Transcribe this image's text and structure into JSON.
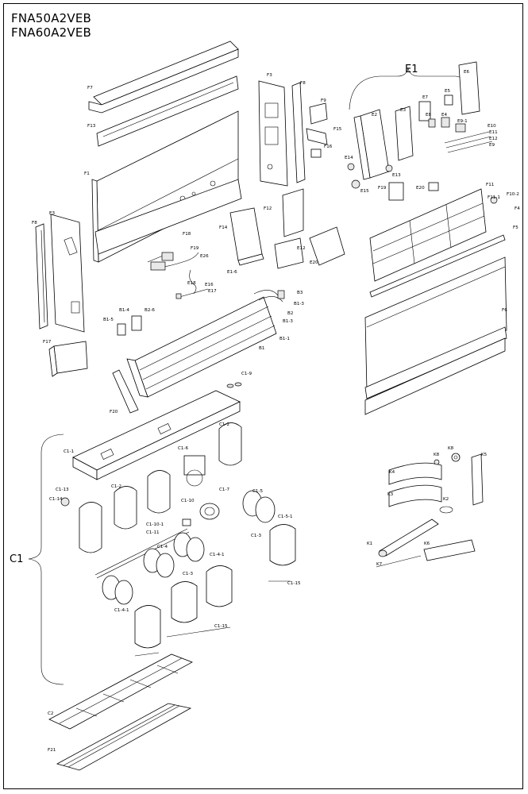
{
  "header": {
    "model_1": "FNA50A2VEB",
    "model_2": "FNA60A2VEB"
  },
  "groups": {
    "e1": "E1",
    "c1": "C1"
  },
  "part_labels": {
    "F7": "F7",
    "F13": "F13",
    "F1": "F1",
    "F3": "F3",
    "F8": "F8",
    "F9": "F9",
    "F15": "F15",
    "F16": "F16",
    "F12": "F12",
    "F14": "F14",
    "F17": "F17",
    "F18": "F18",
    "F19": "F19",
    "F20": "F20",
    "F21": "F21",
    "E1_6": "E1-6",
    "B1_4": "B1-4",
    "B1_5": "B1-5",
    "B2_6": "B2-6",
    "B3": "B3",
    "B2": "B2",
    "B1_3": "B1-3",
    "B1_1": "B1-1",
    "B1": "B1",
    "E15": "E15",
    "E16": "E16",
    "E17": "E17",
    "E18": "E18",
    "E2": "E2",
    "E3": "E3",
    "E4": "E4",
    "E5": "E5",
    "E6": "E6",
    "E7": "E7",
    "E8": "E8",
    "E9": "E9",
    "E10": "E10",
    "E11": "E11",
    "E12": "E12",
    "E13": "E13",
    "E14": "E14",
    "E19": "E19",
    "E20": "E20",
    "E26": "E26",
    "E9_1": "E9-1",
    "F11": "F11",
    "F11_1": "F11-1",
    "F4": "F4",
    "F5": "F5",
    "F6": "F6",
    "F10_2": "F10-2",
    "C1_1": "C1-1",
    "C1_2": "C1-2",
    "C1_3": "C1-3",
    "C1_4": "C1-4",
    "C1_5": "C1-5",
    "C1_6": "C1-6",
    "C1_7": "C1-7",
    "C1_9": "C1-9",
    "C1_10": "C1-10",
    "C1_10_1": "C1-10-1",
    "C1_11": "C1-11",
    "C1_13": "C1-13",
    "C1_14": "C1-14",
    "C1_15": "C1-15",
    "C1_4_1": "C1-4-1",
    "C1_5_1": "C1-5-1",
    "C2": "C2",
    "K1": "K1",
    "K2": "K2",
    "K3": "K3",
    "K4": "K4",
    "K5": "K5",
    "K6": "K6",
    "K7": "K7",
    "K8": "K8"
  }
}
